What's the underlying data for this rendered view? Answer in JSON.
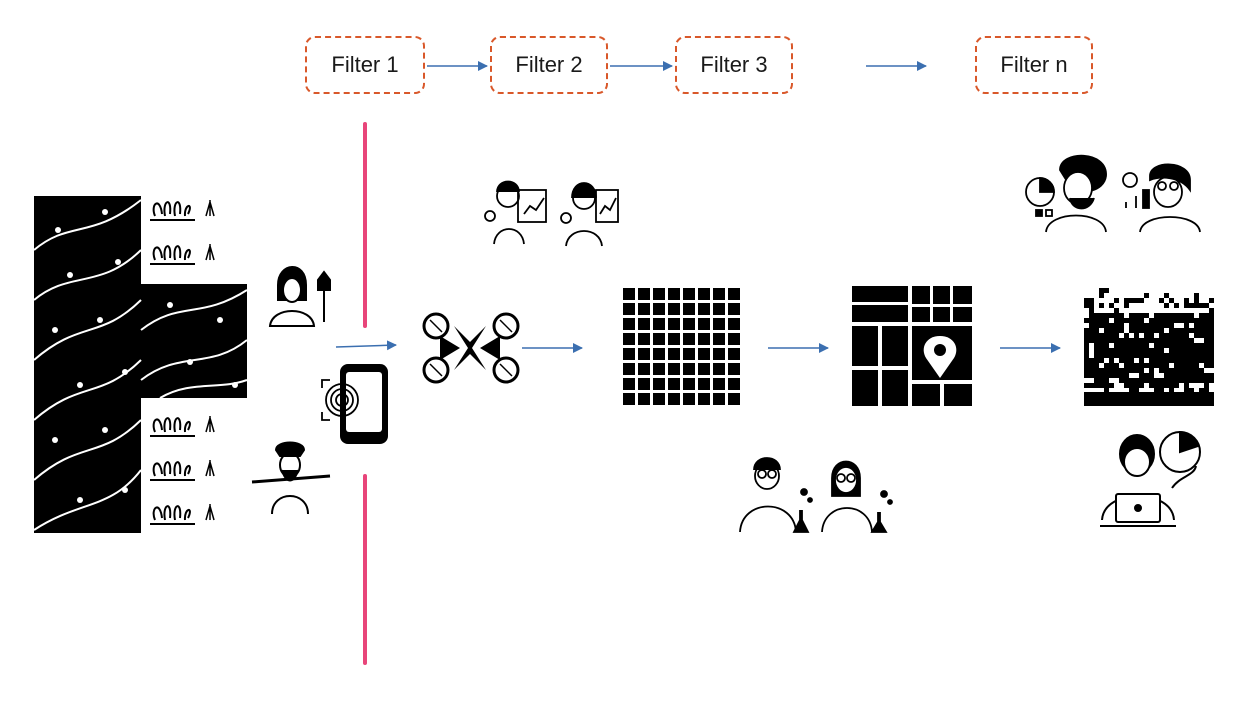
{
  "filters": [
    {
      "label": "Filter 1"
    },
    {
      "label": "Filter 2"
    },
    {
      "label": "Filter 3"
    },
    {
      "label": "Filter n"
    }
  ],
  "colors": {
    "filter_border": "#d9582a",
    "arrow": "#3b6fb0",
    "divider": "#e8457a",
    "icon": "#000000"
  },
  "icons": [
    "soil-field-icon",
    "crop-plant-icon",
    "woman-farmer-icon",
    "man-farmer-icon",
    "phone-fingerprint-icon",
    "drone-icon",
    "grid-icon",
    "map-pin-grid-icon",
    "pixel-noise-icon",
    "presenters-icon",
    "analysts-icon",
    "scientists-icon",
    "laptop-analyst-icon"
  ]
}
